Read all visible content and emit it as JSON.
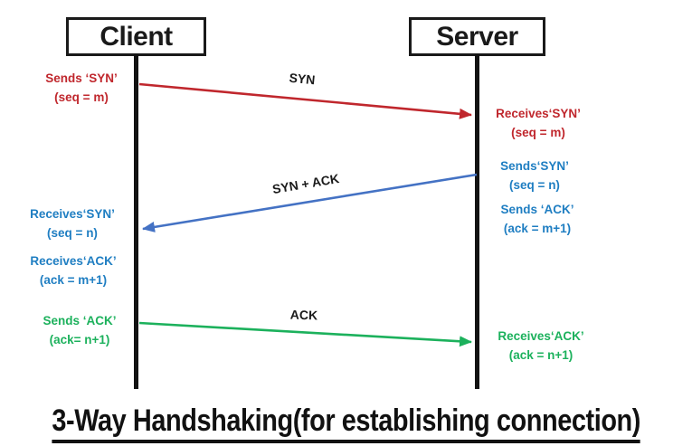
{
  "title": "3-Way Handshaking(for establishing connection)",
  "actors": {
    "client": "Client",
    "server": "Server"
  },
  "messages": [
    {
      "label": "SYN",
      "from": "client",
      "to": "server",
      "color": "#c0272d"
    },
    {
      "label": "SYN + ACK",
      "from": "server",
      "to": "client",
      "color": "#4472c4"
    },
    {
      "label": "ACK",
      "from": "client",
      "to": "server",
      "color": "#1cb15c"
    }
  ],
  "annotations": {
    "client_sends_syn": {
      "line1": "Sends ‘SYN’",
      "line2": "(seq = m)",
      "color": "#c0272d"
    },
    "server_receives_syn": {
      "line1": "Receives‘SYN’",
      "line2": "(seq = m)",
      "color": "#c0272d"
    },
    "server_sends_syn": {
      "line1": "Sends‘SYN’",
      "line2": "(seq = n)",
      "color": "#1f7ec2"
    },
    "server_sends_ack": {
      "line1": "Sends ‘ACK’",
      "line2": "(ack = m+1)",
      "color": "#1f7ec2"
    },
    "client_receives_syn": {
      "line1": "Receives‘SYN’",
      "line2": "(seq = n)",
      "color": "#1f7ec2"
    },
    "client_receives_ack": {
      "line1": "Receives‘ACK’",
      "line2": "(ack = m+1)",
      "color": "#1f7ec2"
    },
    "client_sends_ack": {
      "line1": "Sends ‘ACK’",
      "line2": "(ack= n+1)",
      "color": "#1cb15c"
    },
    "server_receives_ack": {
      "line1": "Receives‘ACK’",
      "line2": "(ack = n+1)",
      "color": "#1cb15c"
    }
  },
  "colors": {
    "syn_arrow": "#c0272d",
    "syn_ack_arrow": "#4472c4",
    "ack_arrow": "#1cb15c",
    "lifeline": "#121212",
    "text_red": "#c0272d",
    "text_blue": "#1f7ec2",
    "text_green": "#1cb15c"
  }
}
